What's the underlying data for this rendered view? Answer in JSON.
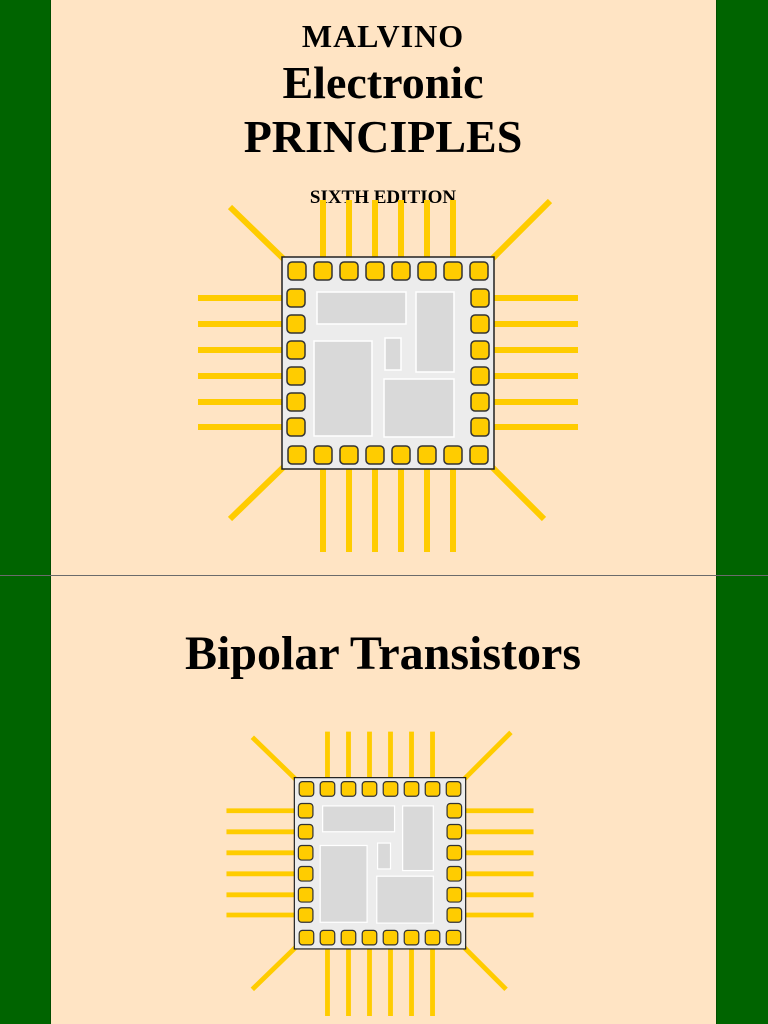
{
  "cover": {
    "author": "MALVINO",
    "title_line1": "Electronic",
    "title_line2": "PRINCIPLES",
    "edition": "SIXTH EDITION"
  },
  "chapter": {
    "title": "Bipolar  Transistors"
  },
  "icons": {
    "chip": "integrated-circuit-chip-icon"
  },
  "colors": {
    "background": "#ffe4c4",
    "side_bars": "#006400",
    "pins": "#ffcc00",
    "chip_body": "#ececec",
    "die_blocks": "#d9d9d9"
  }
}
